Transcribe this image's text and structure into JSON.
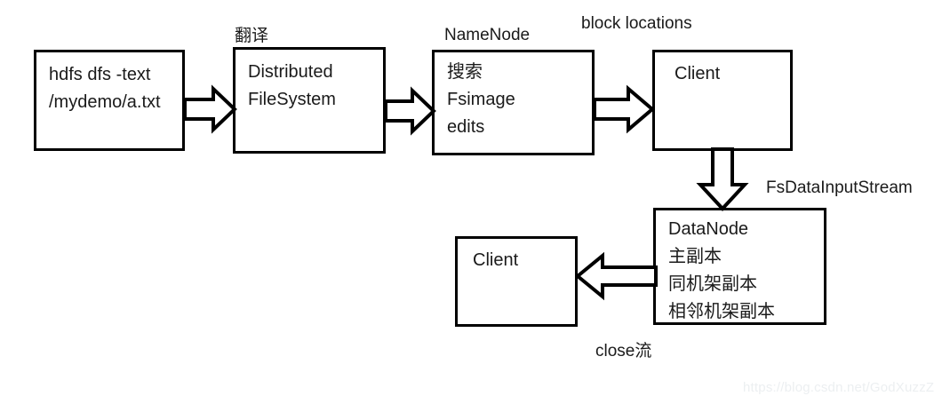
{
  "diagram": {
    "title": "HDFS read flow diagram",
    "boxes": [
      {
        "id": "command-box",
        "name": "command-box",
        "lines": [
          "hdfs dfs -text",
          "/mydemo/a.txt"
        ]
      },
      {
        "id": "dfs-box",
        "name": "distributed-filesystem-box",
        "lines": [
          "Distributed",
          "FileSystem"
        ]
      },
      {
        "id": "namenode-box",
        "name": "namenode-box",
        "lines": [
          "搜索",
          "Fsimage",
          "edits"
        ]
      },
      {
        "id": "client-top-box",
        "name": "client-top-box",
        "lines": [
          "Client"
        ]
      },
      {
        "id": "datanode-box",
        "name": "datanode-box",
        "lines": [
          "DataNode",
          "主副本",
          "同机架副本",
          "相邻机架副本"
        ]
      },
      {
        "id": "client-bottom-box",
        "name": "client-bottom-box",
        "lines": [
          "Client"
        ]
      }
    ],
    "captions": [
      {
        "id": "translate-caption",
        "text": "翻译"
      },
      {
        "id": "namenode-caption",
        "text": "NameNode"
      },
      {
        "id": "block-locations-caption",
        "text": "block locations"
      },
      {
        "id": "fsdatainputstream-caption",
        "text": "FsDataInputStream"
      },
      {
        "id": "close-stream-caption",
        "text": "close流"
      }
    ],
    "arrows": [
      {
        "id": "arrow-command-to-dfs",
        "direction": "right"
      },
      {
        "id": "arrow-dfs-to-namenode",
        "direction": "right"
      },
      {
        "id": "arrow-namenode-to-client",
        "direction": "right"
      },
      {
        "id": "arrow-client-to-datanode",
        "direction": "down"
      },
      {
        "id": "arrow-datanode-to-client",
        "direction": "left"
      }
    ],
    "watermark": "https://blog.csdn.net/GodXuzzZ",
    "colors": {
      "stroke": "#000000",
      "fill": "#ffffff",
      "text": "#1a1a1a",
      "watermark": "#eceff1"
    }
  }
}
